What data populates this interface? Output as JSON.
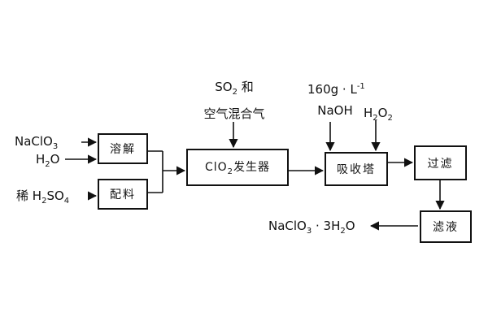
{
  "boxes": {
    "dissolve": "溶解",
    "batching": "配料",
    "generator_prefix": "ClO",
    "generator_sub": "2",
    "generator_suffix": "发生器",
    "absorber": "吸收塔",
    "filter": "过滤",
    "filtrate": "滤液"
  },
  "inputs": {
    "naclo3_prefix": "NaClO",
    "naclo3_sub": "3",
    "h2o_prefix": "H",
    "h2o_sub": "2",
    "h2o_suffix": "O",
    "dilute_prefix": "稀 H",
    "dilute_sub1": "2",
    "dilute_mid": "SO",
    "dilute_sub2": "4",
    "so2_prefix": "SO",
    "so2_sub": "2",
    "so2_suffix": " 和",
    "air_mix": "空气混合气",
    "conc_text": "160g · L",
    "conc_sup": "-1",
    "naoh": "NaOH",
    "h2o2_prefix": "H",
    "h2o2_sub1": "2",
    "h2o2_mid": "O",
    "h2o2_sub2": "2"
  },
  "product": {
    "prefix": "NaClO",
    "sub1": "3",
    "mid": " · 3H",
    "sub2": "2",
    "suffix": "O"
  }
}
